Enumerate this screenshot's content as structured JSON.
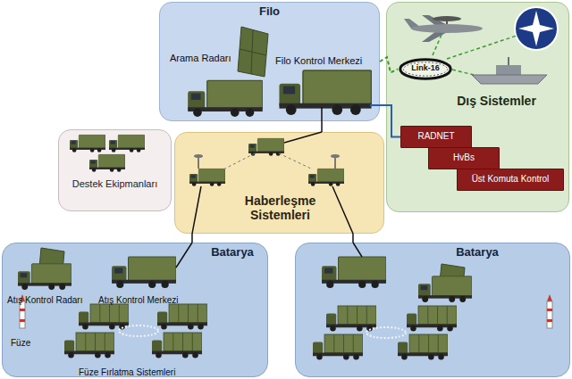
{
  "diagram": {
    "nodes": [
      {
        "text": [
          "Filo"
        ]
      },
      {
        "text": [
          "Dış Sistemler"
        ]
      },
      {
        "text": [
          "Link-16"
        ],
        "in": 1
      },
      {
        "text": [
          "RADNET"
        ],
        "in": 1
      },
      {
        "text": [
          "HvBs"
        ],
        "in": 1
      },
      {
        "text": [
          "Üst Komuta Kontrol"
        ],
        "in": 1
      },
      {
        "text": [
          "Destek Ekipmanları"
        ]
      },
      {
        "text": [
          "Haberleşme Sistemleri"
        ]
      },
      {
        "text": [
          "Batarya"
        ]
      },
      {
        "text": [
          "Batarya"
        ]
      }
    ],
    "edges": [
      {
        "from": 0,
        "to": 2,
        "arrow": "none"
      },
      {
        "from": 0,
        "to": 3,
        "arrow": "none"
      },
      {
        "from": 0,
        "to": 7,
        "arrow": "none"
      },
      {
        "from": 7,
        "to": 8,
        "arrow": "none"
      },
      {
        "from": 7,
        "to": 9,
        "arrow": "none"
      }
    ],
    "labels": [
      "Arama Radarı",
      "Filo Kontrol Merkezi",
      "Atış Kontrol Radarı",
      "Atış Kontrol Merkezi",
      "Füze",
      "Füze Fırlatma Sistemleri"
    ]
  }
}
